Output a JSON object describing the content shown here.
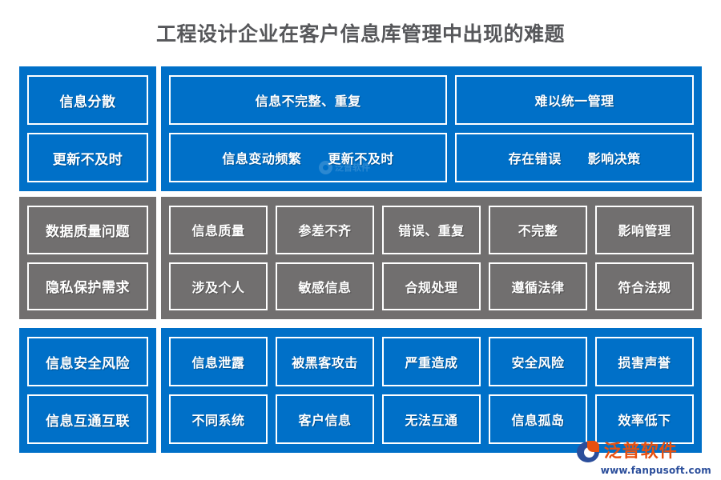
{
  "page": {
    "title": "工程设计企业在客户信息库管理中出现的难题",
    "title_color": "#56575A",
    "background": "#FFFFFF"
  },
  "colors": {
    "blue": "#0070C8",
    "gray": "#716F6F",
    "cell_border": "#FFFFFF",
    "cell_text": "#FFFFFF",
    "brand_orange": "#E8500F",
    "brand_navy": "#2B4E9B"
  },
  "sections": [
    {
      "id": "section-1",
      "theme": "blue",
      "left": {
        "rows": [
          {
            "cells": [
              {
                "label": "信息分散"
              }
            ]
          },
          {
            "cells": [
              {
                "label": "更新不及时"
              }
            ]
          }
        ]
      },
      "right": {
        "rows": [
          {
            "cells": [
              {
                "label": "信息不完整、重复"
              },
              {
                "label": "难以统一管理"
              }
            ]
          },
          {
            "cells": [
              {
                "label": "信息变动频繁　　更新不及时"
              },
              {
                "label": "存在错误　　影响决策"
              }
            ]
          }
        ]
      }
    },
    {
      "id": "section-2",
      "theme": "gray",
      "left": {
        "rows": [
          {
            "cells": [
              {
                "label": "数据质量问题"
              }
            ]
          },
          {
            "cells": [
              {
                "label": "隐私保护需求"
              }
            ]
          }
        ]
      },
      "right": {
        "rows": [
          {
            "cells": [
              {
                "label": "信息质量"
              },
              {
                "label": "参差不齐"
              },
              {
                "label": "错误、重复"
              },
              {
                "label": "不完整"
              },
              {
                "label": "影响管理"
              }
            ]
          },
          {
            "cells": [
              {
                "label": "涉及个人"
              },
              {
                "label": "敏感信息"
              },
              {
                "label": "合规处理"
              },
              {
                "label": "遵循法律"
              },
              {
                "label": "符合法规"
              }
            ]
          }
        ]
      }
    },
    {
      "id": "section-3",
      "theme": "blue",
      "left": {
        "rows": [
          {
            "cells": [
              {
                "label": "信息安全风险"
              }
            ]
          },
          {
            "cells": [
              {
                "label": "信息互通互联"
              }
            ]
          }
        ]
      },
      "right": {
        "rows": [
          {
            "cells": [
              {
                "label": "信息泄露"
              },
              {
                "label": "被黑客攻击"
              },
              {
                "label": "严重造成"
              },
              {
                "label": "安全风险"
              },
              {
                "label": "损害声誉"
              }
            ]
          },
          {
            "cells": [
              {
                "label": "不同系统"
              },
              {
                "label": "客户信息"
              },
              {
                "label": "无法互通"
              },
              {
                "label": "信息孤岛"
              },
              {
                "label": "效率低下"
              }
            ]
          }
        ]
      }
    }
  ],
  "watermark": {
    "text": "泛普软件"
  },
  "brand": {
    "name": "泛普软件",
    "url": "www.fanpusoft.com"
  }
}
